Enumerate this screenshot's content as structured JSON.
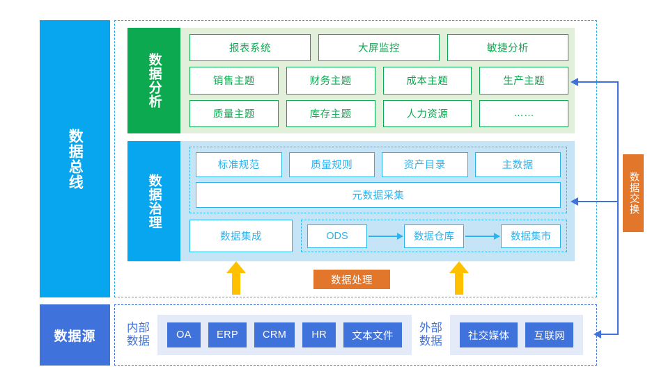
{
  "bus": {
    "label": "数据总线"
  },
  "analysis": {
    "header": "数据分析",
    "rows": [
      [
        "报表系统",
        "大屏监控",
        "敏捷分析"
      ],
      [
        "销售主题",
        "财务主题",
        "成本主题",
        "生产主题"
      ],
      [
        "质量主题",
        "库存主题",
        "人力资源",
        "……"
      ]
    ]
  },
  "governance": {
    "header": "数据治理",
    "row1": [
      "标准规范",
      "质量规则",
      "资产目录",
      "主数据"
    ],
    "metadata": "元数据采集",
    "integration": "数据集成",
    "pipeline": [
      "ODS",
      "数据仓库",
      "数据集市"
    ]
  },
  "processing": {
    "label": "数据处理"
  },
  "exchange": {
    "label": "数据交换"
  },
  "source": {
    "bar_label": "数据源",
    "internal": {
      "label": "内部\n数据",
      "chips": [
        "OA",
        "ERP",
        "CRM",
        "HR",
        "文本文件"
      ]
    },
    "external": {
      "label": "外部\n数据",
      "chips": [
        "社交媒体",
        "互联网"
      ]
    }
  },
  "colors": {
    "bus_blue": "#08A6EF",
    "analysis_green": "#0DA950",
    "analysis_bg": "#E2EFDA",
    "governance_bg": "#C5E4F5",
    "governance_blue": "#2BB3F0",
    "source_blue": "#4072DC",
    "source_chip_bg": "#E4EAF8",
    "orange": "#E2762B",
    "arrow_yellow": "#FFC000"
  }
}
